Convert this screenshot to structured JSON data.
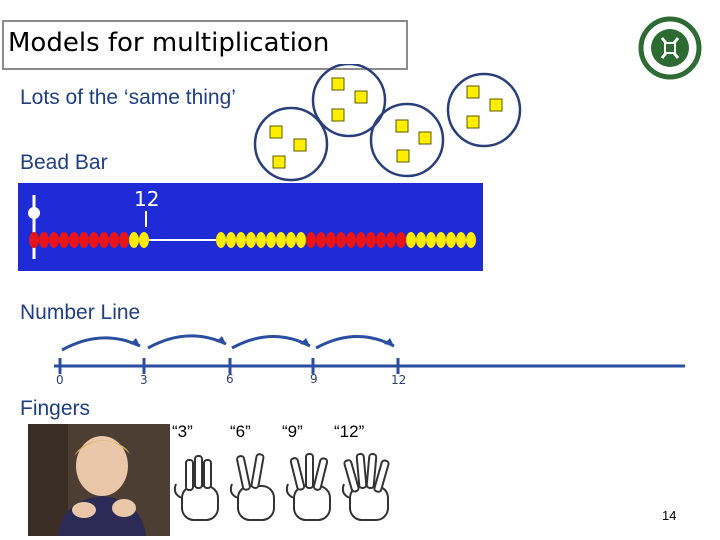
{
  "slide": {
    "title": "Models for multiplication",
    "page_number": "14",
    "colors": {
      "heading": "#1f3f82",
      "bead_red": "#e8141a",
      "bead_yellow": "#ffea00",
      "bar_blue": "#1f2bd6",
      "square_fill": "#ffee00",
      "circle_stroke": "#2a3f7a"
    }
  },
  "sections": {
    "groups_label": "Lots of the ‘same thing’",
    "bead_bar_label": "Bead Bar",
    "number_line_label": "Number Line",
    "fingers_label": "Fingers"
  },
  "bead_bar": {
    "marker_value": "12"
  },
  "number_line": {
    "ticks": [
      "0",
      "3",
      "6",
      "9",
      "12"
    ]
  },
  "fingers": {
    "quotes": [
      "“3”",
      "“6”",
      "“9”",
      "“12”"
    ]
  },
  "icons": [
    "logo-icon",
    "hand-sign-icon",
    "child-photo"
  ]
}
